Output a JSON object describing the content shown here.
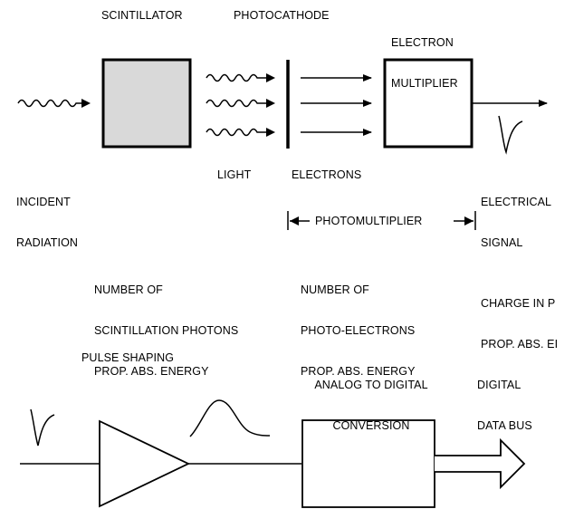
{
  "top": {
    "scintillator": "SCINTILLATOR",
    "photocathode": "PHOTOCATHODE",
    "electron_multiplier": [
      "ELECTRON",
      "MULTIPLIER"
    ],
    "incident_radiation": [
      "INCIDENT",
      "RADIATION"
    ],
    "light": "LIGHT",
    "electrons": "ELECTRONS",
    "electrical_signal": [
      "ELECTRICAL",
      "SIGNAL"
    ],
    "photomultiplier": "PHOTOMULTIPLIER"
  },
  "notes": {
    "scintillation": [
      "NUMBER OF",
      "SCINTILLATION PHOTONS",
      "PROP. ABS. ENERGY"
    ],
    "photoelectrons": [
      "NUMBER OF",
      "PHOTO-ELECTRONS",
      "PROP. ABS. ENERGY"
    ],
    "charge": [
      "CHARGE IN P",
      "PROP. ABS. EI"
    ]
  },
  "bottom": {
    "pulse_shaping": "PULSE SHAPING",
    "adc": [
      "ANALOG TO DIGITAL",
      "CONVERSION"
    ],
    "data_bus": [
      "DIGITAL",
      "DATA BUS"
    ]
  },
  "colors": {
    "line": "#000000",
    "scintillator_fill": "#d9d9d9"
  }
}
